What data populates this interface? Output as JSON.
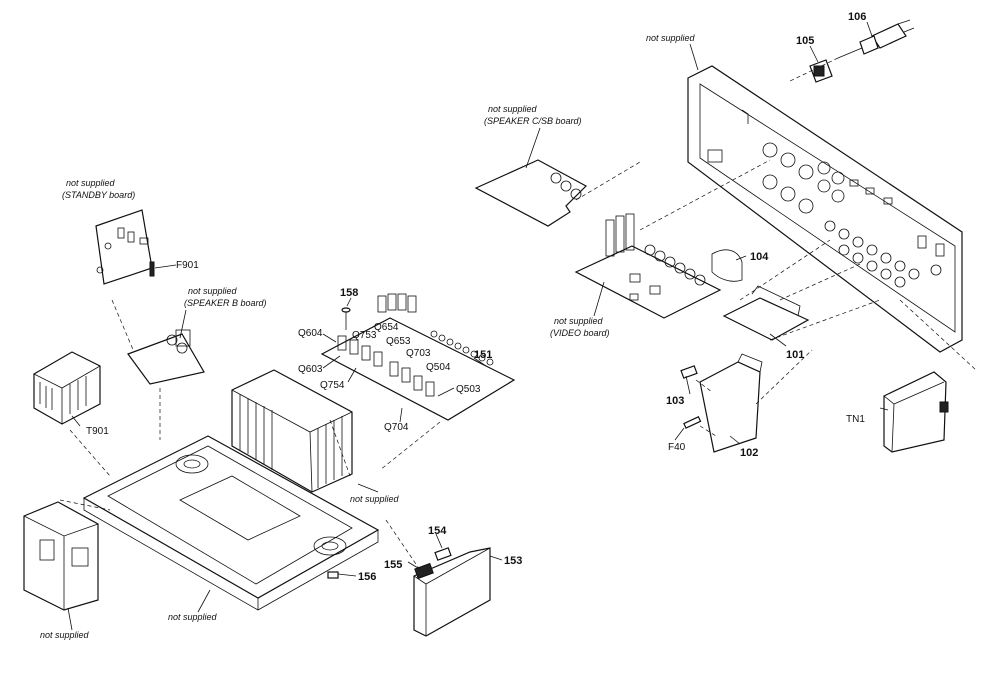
{
  "labels": {
    "l106": "106",
    "l105": "105",
    "ns_rear_panel": "not supplied",
    "ns_speaker_csb_1": "not supplied",
    "ns_speaker_csb_2": "(SPEAKER C/SB board)",
    "ns_standby_1": "not supplied",
    "ns_standby_2": "(STANDBY board)",
    "f901": "F901",
    "ns_speaker_b_1": "not supplied",
    "ns_speaker_b_2": "(SPEAKER B board)",
    "l158": "158",
    "q604": "Q604",
    "q753": "Q753",
    "q654": "Q654",
    "q603": "Q603",
    "q653": "Q653",
    "q703": "Q703",
    "q754": "Q754",
    "q504": "Q504",
    "q503": "Q503",
    "q704": "Q704",
    "l151": "151",
    "l104": "104",
    "ns_video_1": "not supplied",
    "ns_video_2": "(VIDEO board)",
    "l101": "101",
    "l103": "103",
    "tn1": "TN1",
    "f40": "F40",
    "l102": "102",
    "t901": "T901",
    "ns_heatsink": "not supplied",
    "l154": "154",
    "l155": "155",
    "l153": "153",
    "l156": "156",
    "ns_chassis": "not supplied",
    "ns_bracket": "not supplied"
  }
}
